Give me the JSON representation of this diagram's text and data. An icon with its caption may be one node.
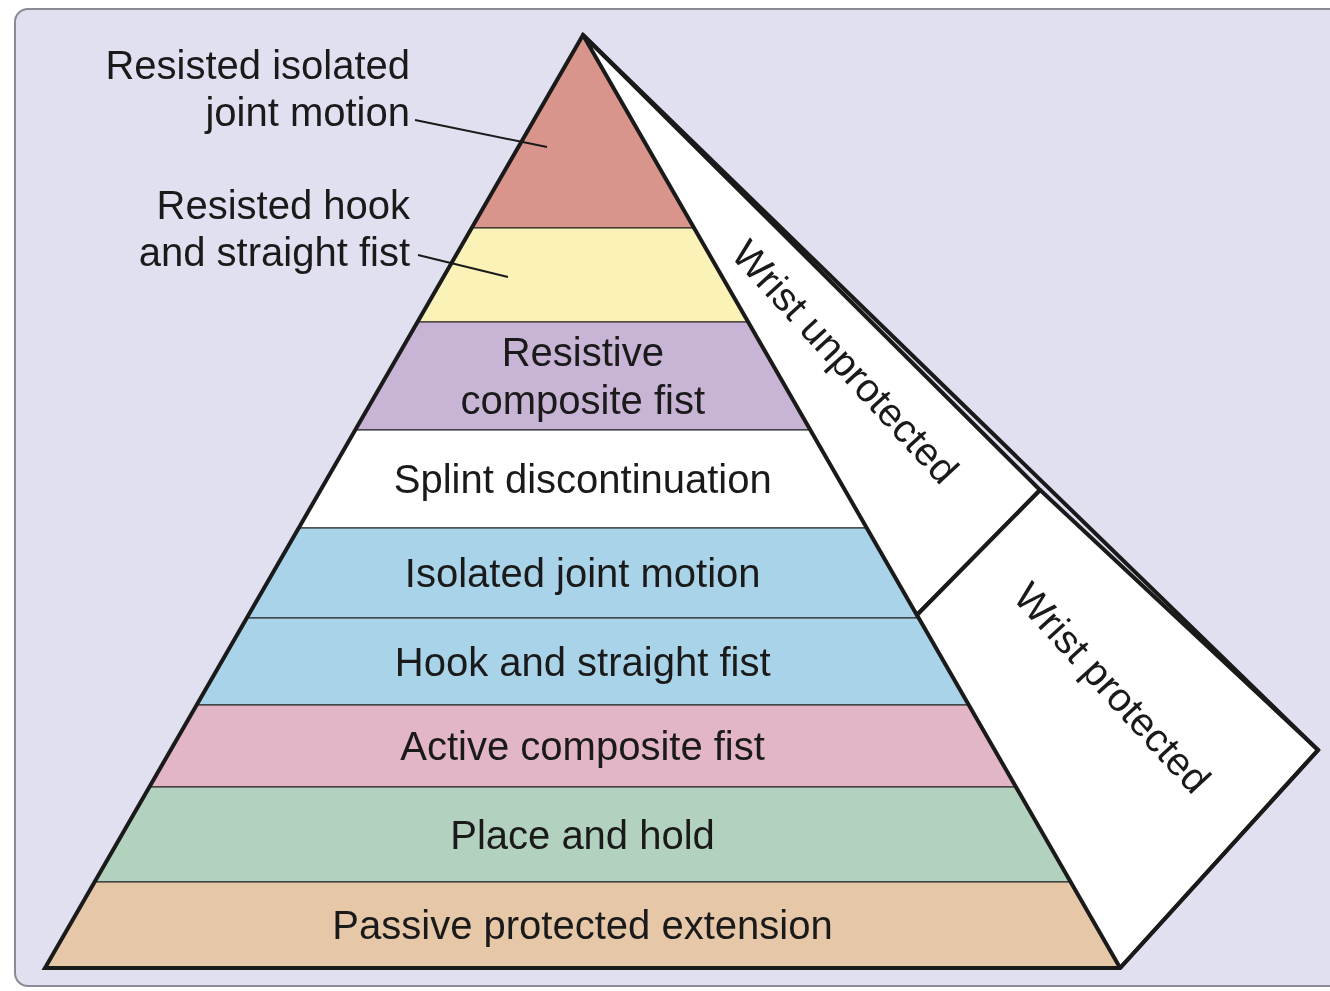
{
  "diagram": {
    "nodes": [
      {
        "text": [
          "Resisted isolated joint motion"
        ]
      },
      {
        "text": [
          "Resisted hook and straight fist"
        ]
      },
      {
        "text": [],
        "shape": "triangle"
      },
      {
        "text": [],
        "shape": "band"
      },
      {
        "text": [
          "Resistive composite fist"
        ]
      },
      {
        "text": [
          "Splint discontinuation"
        ]
      },
      {
        "text": [
          "Isolated joint motion"
        ]
      },
      {
        "text": [
          "Hook and straight fist"
        ]
      },
      {
        "text": [
          "Active composite fist"
        ]
      },
      {
        "text": [
          "Place and hold"
        ]
      },
      {
        "text": [
          "Passive protected extension"
        ]
      },
      {
        "text": [
          "Wrist unprotected"
        ]
      },
      {
        "text": [
          "Wrist protected"
        ]
      }
    ],
    "edges": [
      {
        "from": 0,
        "to": 2,
        "arrow": "none"
      },
      {
        "from": 1,
        "to": 3,
        "arrow": "none"
      }
    ]
  }
}
